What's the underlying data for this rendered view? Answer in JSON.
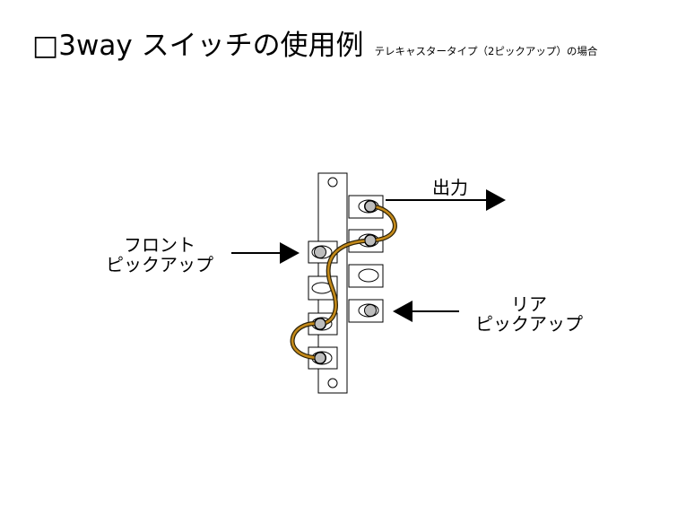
{
  "title": {
    "main": "□3way スイッチの使用例",
    "sub": "テレキャスタータイプ（2ピックアップ）の場合"
  },
  "labels": {
    "output": "出力",
    "front_line1": "フロント",
    "front_line2": "ピックアップ",
    "rear_line1": "リア",
    "rear_line2": "ピックアップ"
  },
  "colors": {
    "wire_core": "#c48a1a",
    "wire_outline": "#2b2108",
    "terminal_fill": "#bdbdbd",
    "line": "#000000"
  }
}
